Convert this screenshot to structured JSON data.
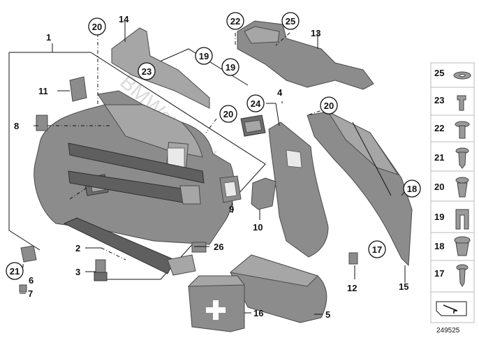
{
  "diagram": {
    "id_number": "249525",
    "watermark": "BMWstore.pl",
    "callouts": {
      "n1": "1",
      "n2": "2",
      "n3": "3",
      "n4": "4",
      "n5": "5",
      "n6": "6",
      "n7": "7",
      "n8": "8",
      "n9": "9",
      "n10": "10",
      "n11": "11",
      "n12": "12",
      "n13": "13",
      "n14": "14",
      "n15": "15",
      "n16": "16",
      "n17": "17",
      "n18": "18",
      "n19a": "19",
      "n19b": "19",
      "n20a": "20",
      "n20b": "20",
      "n20c": "20",
      "n21": "21",
      "n22": "22",
      "n23": "23",
      "n24": "24",
      "n25": "25",
      "n26": "26"
    },
    "fastener_legend": [
      {
        "number": "25",
        "part": "washer"
      },
      {
        "number": "23",
        "part": "plug-clip"
      },
      {
        "number": "22",
        "part": "screw-with-washer"
      },
      {
        "number": "21",
        "part": "screw"
      },
      {
        "number": "20",
        "part": "expanding-rivet"
      },
      {
        "number": "19",
        "part": "spring-nut"
      },
      {
        "number": "18",
        "part": "expanding-rivet-large"
      },
      {
        "number": "17",
        "part": "screw-fine"
      }
    ]
  }
}
